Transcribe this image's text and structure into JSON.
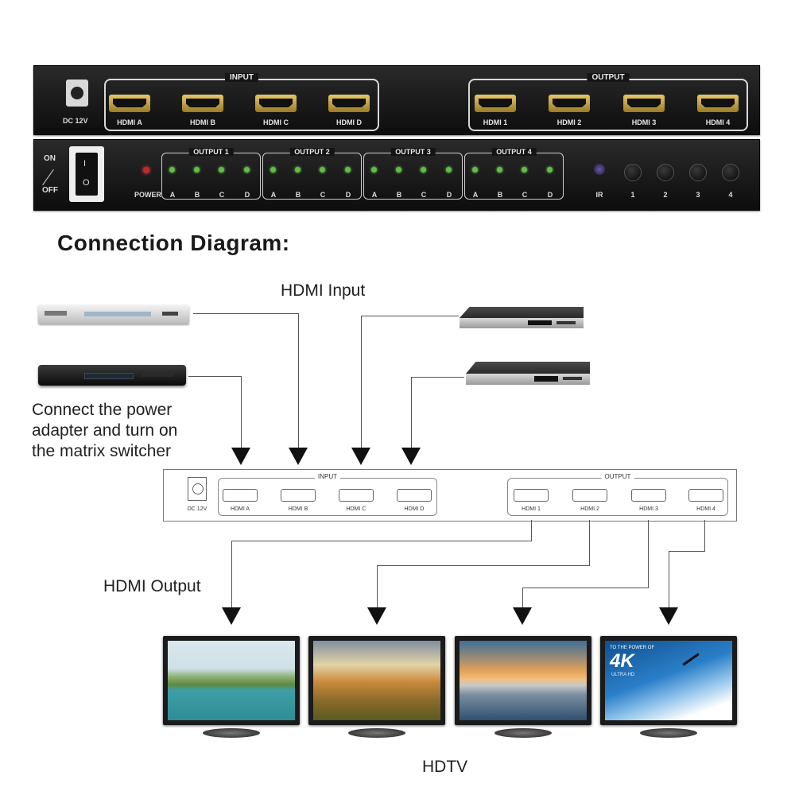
{
  "front_panel": {
    "dc_label": "DC 12V",
    "input_title": "INPUT",
    "output_title": "OUTPUT",
    "inputs": [
      "HDMI A",
      "HDMI B",
      "HDMI C",
      "HDMI D"
    ],
    "outputs": [
      "HDMI 1",
      "HDMI 2",
      "HDMI 3",
      "HDMI 4"
    ]
  },
  "control_panel": {
    "on_label": "ON",
    "off_label": "OFF",
    "switch_on_symbol": "I",
    "switch_off_symbol": "O",
    "power_label": "POWER",
    "groups": [
      {
        "title": "OUTPUT 1",
        "leds": [
          "A",
          "B",
          "C",
          "D"
        ]
      },
      {
        "title": "OUTPUT 2",
        "leds": [
          "A",
          "B",
          "C",
          "D"
        ]
      },
      {
        "title": "OUTPUT 3",
        "leds": [
          "A",
          "B",
          "C",
          "D"
        ]
      },
      {
        "title": "OUTPUT 4",
        "leds": [
          "A",
          "B",
          "C",
          "D"
        ]
      }
    ],
    "ir_label": "IR",
    "buttons": [
      "1",
      "2",
      "3",
      "4"
    ]
  },
  "diagram": {
    "heading": "Connection Diagram:",
    "hdmi_input_label": "HDMI Input",
    "hdmi_output_label": "HDMI Output",
    "power_note_lines": [
      "Connect the power",
      "adapter and turn on",
      "the matrix switcher"
    ],
    "hdtv_label": "HDTV",
    "switcher": {
      "dc_label": "DC 12V",
      "input_title": "INPUT",
      "output_title": "OUTPUT",
      "inputs": [
        "HDMI A",
        "HDMI B",
        "HDMI C",
        "HDMI D"
      ],
      "outputs": [
        "HDMI 1",
        "HDMI 2",
        "HDMI 3",
        "HDMI 4"
      ]
    },
    "tv4_text": {
      "top": "TO THE POWER OF",
      "big": "4K",
      "sub": "ULTRA HD"
    }
  },
  "colors": {
    "led_green": "#5fbf45",
    "power_led": "#c62828",
    "port_gold": "#d4b04a",
    "ir_purple": "#4a3a7a"
  }
}
